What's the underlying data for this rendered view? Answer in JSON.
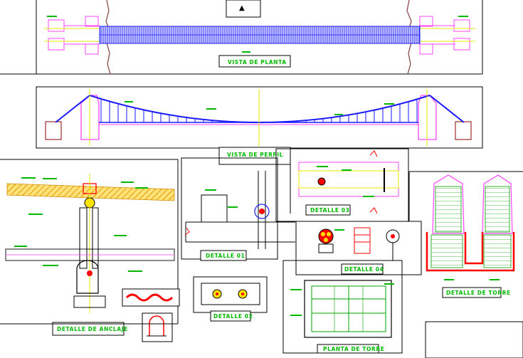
{
  "labels": {
    "vista_planta": "VISTA  DE  PLANTA",
    "vista_perfil": "VISTA  DE  PERFIL",
    "detalle_01": "DETALLE  01",
    "detalle_02": "DETALLE  02",
    "detalle_03": "DETALLE  03",
    "detalle_04": "DETALLE  04",
    "detalle_anclaje": "DETALLE DE ANCLAJE",
    "detalle_torre": "DETALLE DE TORRE",
    "planta_torre": "PLANTA DE TORRE"
  },
  "colors": {
    "line": "#000000",
    "label": "#00b800",
    "cable": "#1a1aff",
    "deck": "#9a9aff",
    "pink": "#ff44ff",
    "yellow": "#e8e800",
    "red": "#ff0000",
    "hatch": "#ffd23c",
    "grout": "#8b5a2b"
  }
}
